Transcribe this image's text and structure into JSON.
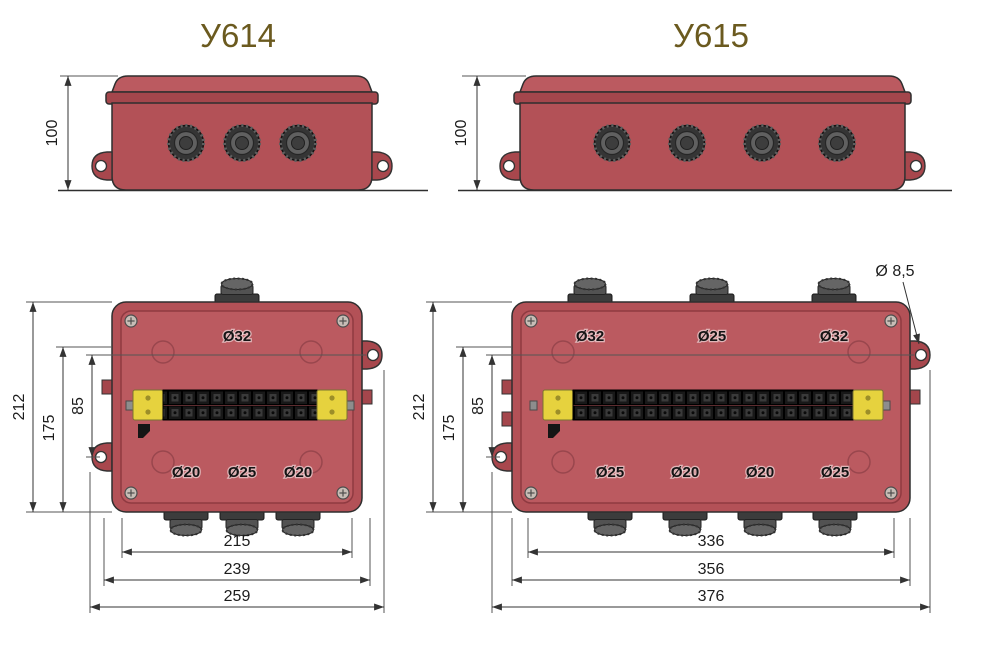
{
  "titles": {
    "left": "У614",
    "right": "У615"
  },
  "colors": {
    "box_red": "#b35157",
    "box_red_light": "#bb5a60",
    "box_red_dark": "#a4464c",
    "terminal_yellow": "#e6d23e",
    "title": "#6b5a1f",
    "dimension": "#333333"
  },
  "u614": {
    "side_height": "100",
    "vertical_dims": [
      "212",
      "175",
      "85"
    ],
    "width_dims": [
      "215",
      "239",
      "259"
    ],
    "top_hole_labels": [
      "Ø32"
    ],
    "bottom_hole_labels": [
      "Ø20",
      "Ø25",
      "Ø20"
    ]
  },
  "u615": {
    "side_height": "100",
    "vertical_dims": [
      "212",
      "175",
      "85"
    ],
    "width_dims": [
      "336",
      "356",
      "376"
    ],
    "top_hole_labels": [
      "Ø32",
      "Ø25",
      "Ø32"
    ],
    "bottom_hole_labels": [
      "Ø25",
      "Ø20",
      "Ø20",
      "Ø25"
    ],
    "lug_hole_dia": "Ø 8,5"
  }
}
